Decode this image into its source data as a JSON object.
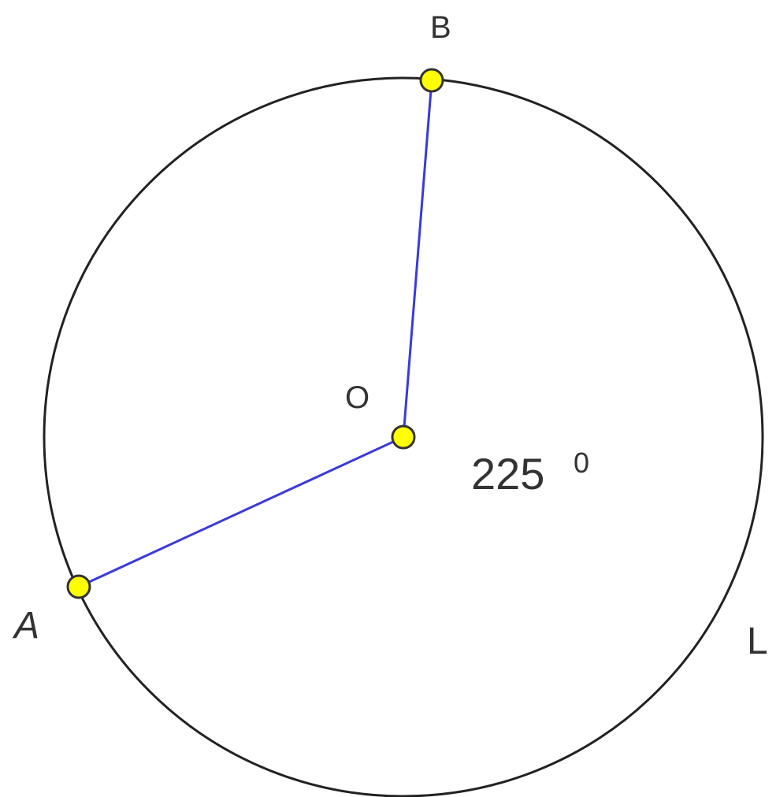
{
  "diagram": {
    "labels": {
      "point_a": "A",
      "point_b": "B",
      "center_o": "O",
      "circle_l": "L",
      "angle_value": "225",
      "angle_unit": "0"
    },
    "colors": {
      "circle_stroke": "#222222",
      "radius_stroke": "#3a3adb",
      "point_fill": "#ffff00",
      "point_stroke": "#333333",
      "label_color": "#333333"
    }
  }
}
